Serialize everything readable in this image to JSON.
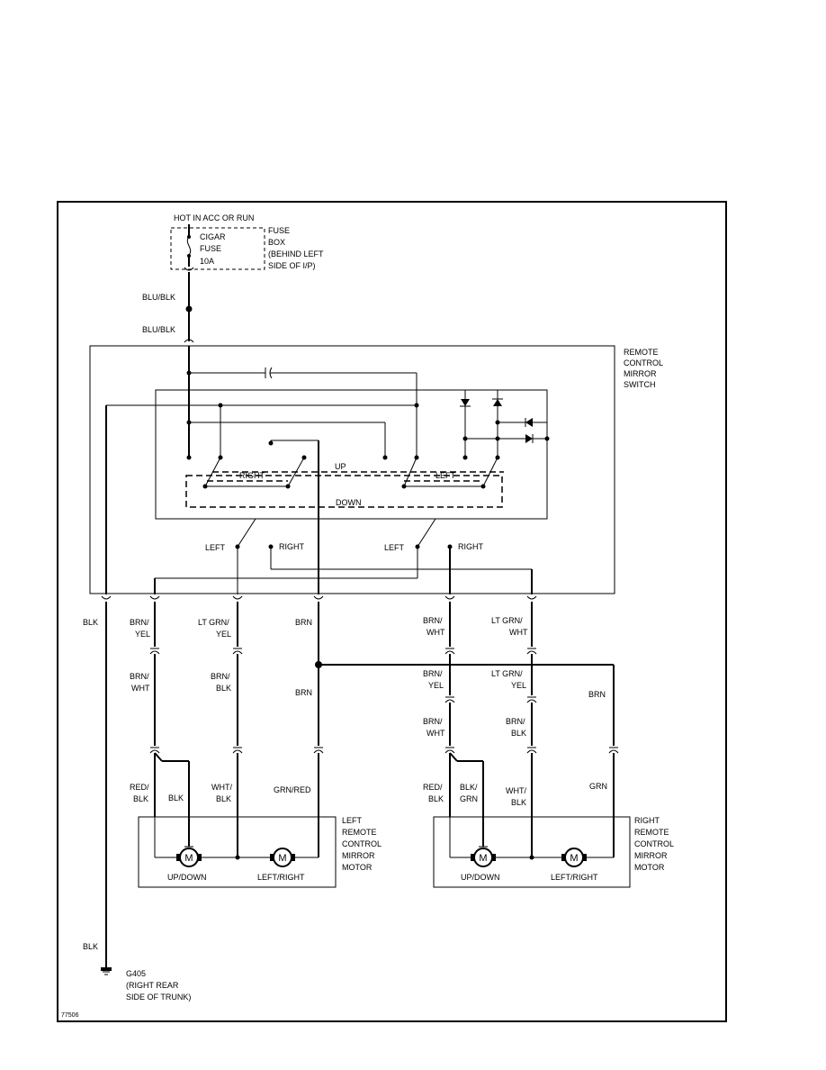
{
  "power": {
    "hot": "HOT IN ACC OR RUN",
    "fuse_name": "CIGAR",
    "fuse_word": "FUSE",
    "fuse_rating": "10A",
    "fusebox_1": "FUSE",
    "fusebox_2": "BOX",
    "fusebox_3": "(BEHIND LEFT",
    "fusebox_4": "SIDE OF I/P)",
    "wire_1": "BLU/BLK",
    "wire_2": "BLU/BLK"
  },
  "switch": {
    "name_1": "REMOTE",
    "name_2": "CONTROL",
    "name_3": "MIRROR",
    "name_4": "SWITCH",
    "right": "RIGHT",
    "up": "UP",
    "left": "LEFT",
    "down": "DOWN",
    "sel_left_1": "LEFT",
    "sel_right_1": "RIGHT",
    "sel_left_2": "LEFT",
    "sel_right_2": "RIGHT"
  },
  "wires": {
    "blk_top": "BLK",
    "w2_1": "BRN/",
    "w2_2": "YEL",
    "w3_1": "LT GRN/",
    "w3_2": "YEL",
    "w4": "BRN",
    "w5_1": "BRN/",
    "w5_2": "WHT",
    "w6_1": "LT GRN/",
    "w6_2": "WHT",
    "l1_1": "BRN/",
    "l1_2": "WHT",
    "l2_1": "BRN/",
    "l2_2": "BLK",
    "l3": "BRN",
    "r1_1": "BRN/",
    "r1_2": "YEL",
    "r2_1": "LT GRN/",
    "r2_2": "YEL",
    "r3": "BRN",
    "r4_1": "BRN/",
    "r4_2": "WHT",
    "r5_1": "BRN/",
    "r5_2": "BLK",
    "lm1_1": "RED/",
    "lm1_2": "BLK",
    "lm2": "BLK",
    "lm3_1": "WHT/",
    "lm3_2": "BLK",
    "lm4": "GRN/RED",
    "rm1_1": "RED/",
    "rm1_2": "BLK",
    "rm2_1": "BLK/",
    "rm2_2": "GRN",
    "rm3_1": "WHT/",
    "rm3_2": "BLK",
    "rm4": "GRN",
    "blk_bottom": "BLK"
  },
  "left_motor": {
    "name_1": "LEFT",
    "name_2": "REMOTE",
    "name_3": "CONTROL",
    "name_4": "MIRROR",
    "name_5": "MOTOR",
    "m1": "M",
    "m2": "M",
    "updown": "UP/DOWN",
    "leftright": "LEFT/RIGHT"
  },
  "right_motor": {
    "name_1": "RIGHT",
    "name_2": "REMOTE",
    "name_3": "CONTROL",
    "name_4": "MIRROR",
    "name_5": "MOTOR",
    "m1": "M",
    "m2": "M",
    "updown": "UP/DOWN",
    "leftright": "LEFT/RIGHT"
  },
  "ground": {
    "id": "G405",
    "loc_1": "(RIGHT REAR",
    "loc_2": "SIDE OF TRUNK)"
  },
  "figure_id": "77506"
}
